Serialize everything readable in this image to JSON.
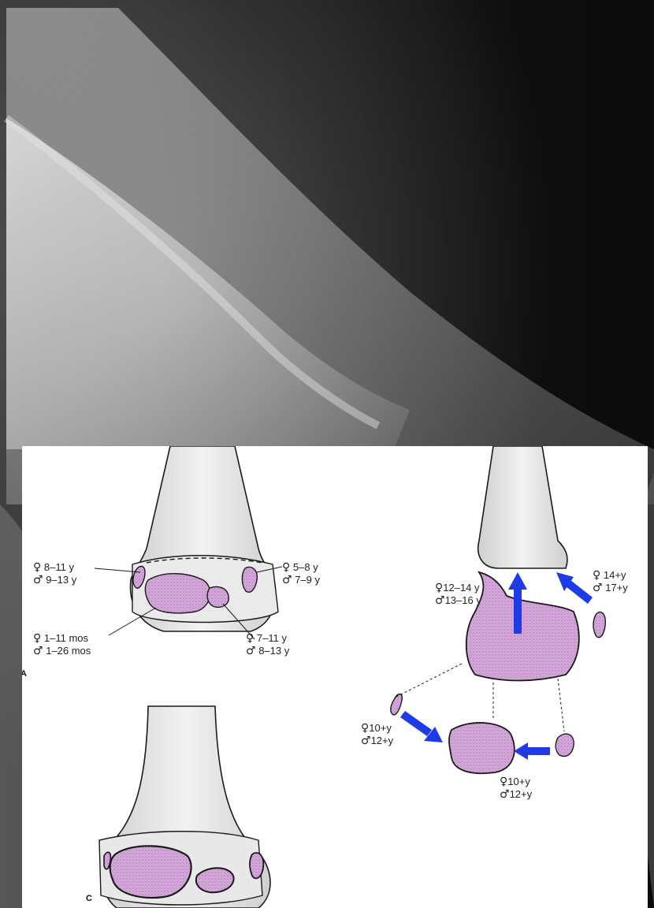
{
  "panel_letters": {
    "a": "A",
    "c": "C"
  },
  "symbols": {
    "female": "♀",
    "male": "♂"
  },
  "figure_a": {
    "upper_left": {
      "female": "8–11 y",
      "male": "9–13 y"
    },
    "upper_right": {
      "female": "5–8 y",
      "male": "7–9 y"
    },
    "lower_left": {
      "female": "1–11 mos",
      "male": "1–26 mos"
    },
    "lower_right": {
      "female": "7–11 y",
      "male": "8–13 y"
    }
  },
  "figure_b": {
    "top_fusion": {
      "female": "12–14 y",
      "male": "13–16 y"
    },
    "medial": {
      "female": "14+y",
      "male": "17+y"
    },
    "lateral": {
      "female": "10+y",
      "male": "12+y"
    },
    "trochlear": {
      "female": "10+y",
      "male": "12+y"
    }
  },
  "colors": {
    "ossification": "#d8a9de",
    "bone_shaft": "#e6e6e6",
    "arrow": "#1f3be8",
    "outline": "#1a1a1a"
  }
}
